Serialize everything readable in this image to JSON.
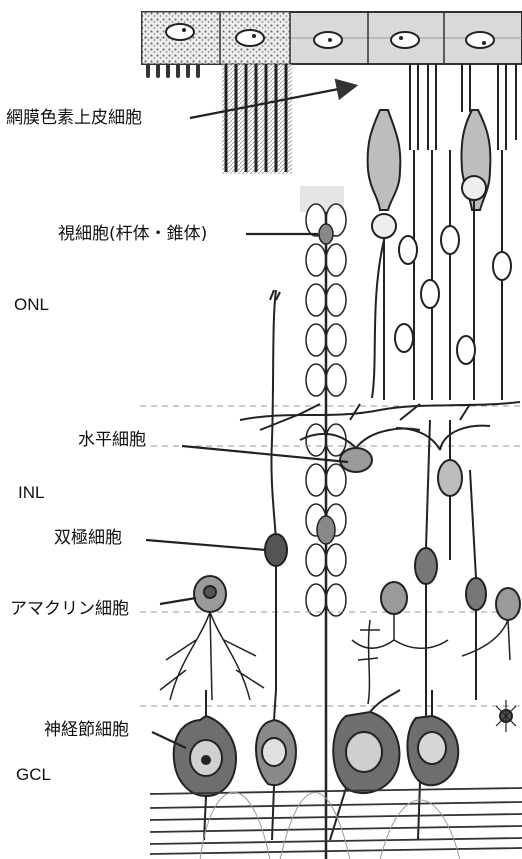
{
  "labels": {
    "rpe": "網膜色素上皮細胞",
    "photoreceptor": "視細胞(杆体・錐体)",
    "horizontal": "水平細胞",
    "bipolar": "双極細胞",
    "amacrine": "アマクリン細胞",
    "ganglion": "神経節細胞"
  },
  "layers": {
    "onl": "ONL",
    "inl": "INL",
    "gcl": "GCL"
  }
}
